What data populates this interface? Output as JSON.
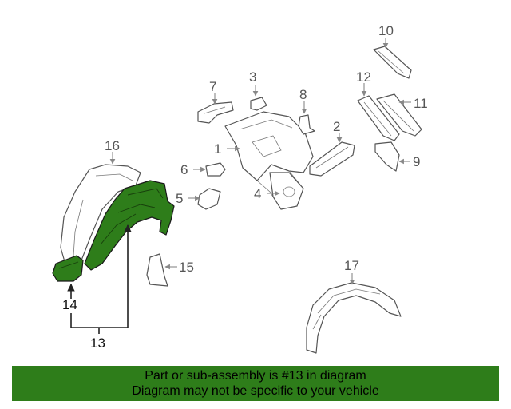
{
  "diagram": {
    "callouts": {
      "c1": "1",
      "c2": "2",
      "c3": "3",
      "c4": "4",
      "c5": "5",
      "c6": "6",
      "c7": "7",
      "c8": "8",
      "c9": "9",
      "c10": "10",
      "c11": "11",
      "c12": "12",
      "c13": "13",
      "c14": "14",
      "c15": "15",
      "c16": "16",
      "c17": "17"
    },
    "highlighted_parts": [
      "13",
      "14"
    ],
    "colors": {
      "highlight": "#2e7d1a",
      "banner": "#2e7d1a",
      "outline": "#555555"
    }
  },
  "banner": {
    "line1": "Part or sub-assembly is #13 in diagram",
    "line2": "Diagram may not be specific to your vehicle"
  }
}
